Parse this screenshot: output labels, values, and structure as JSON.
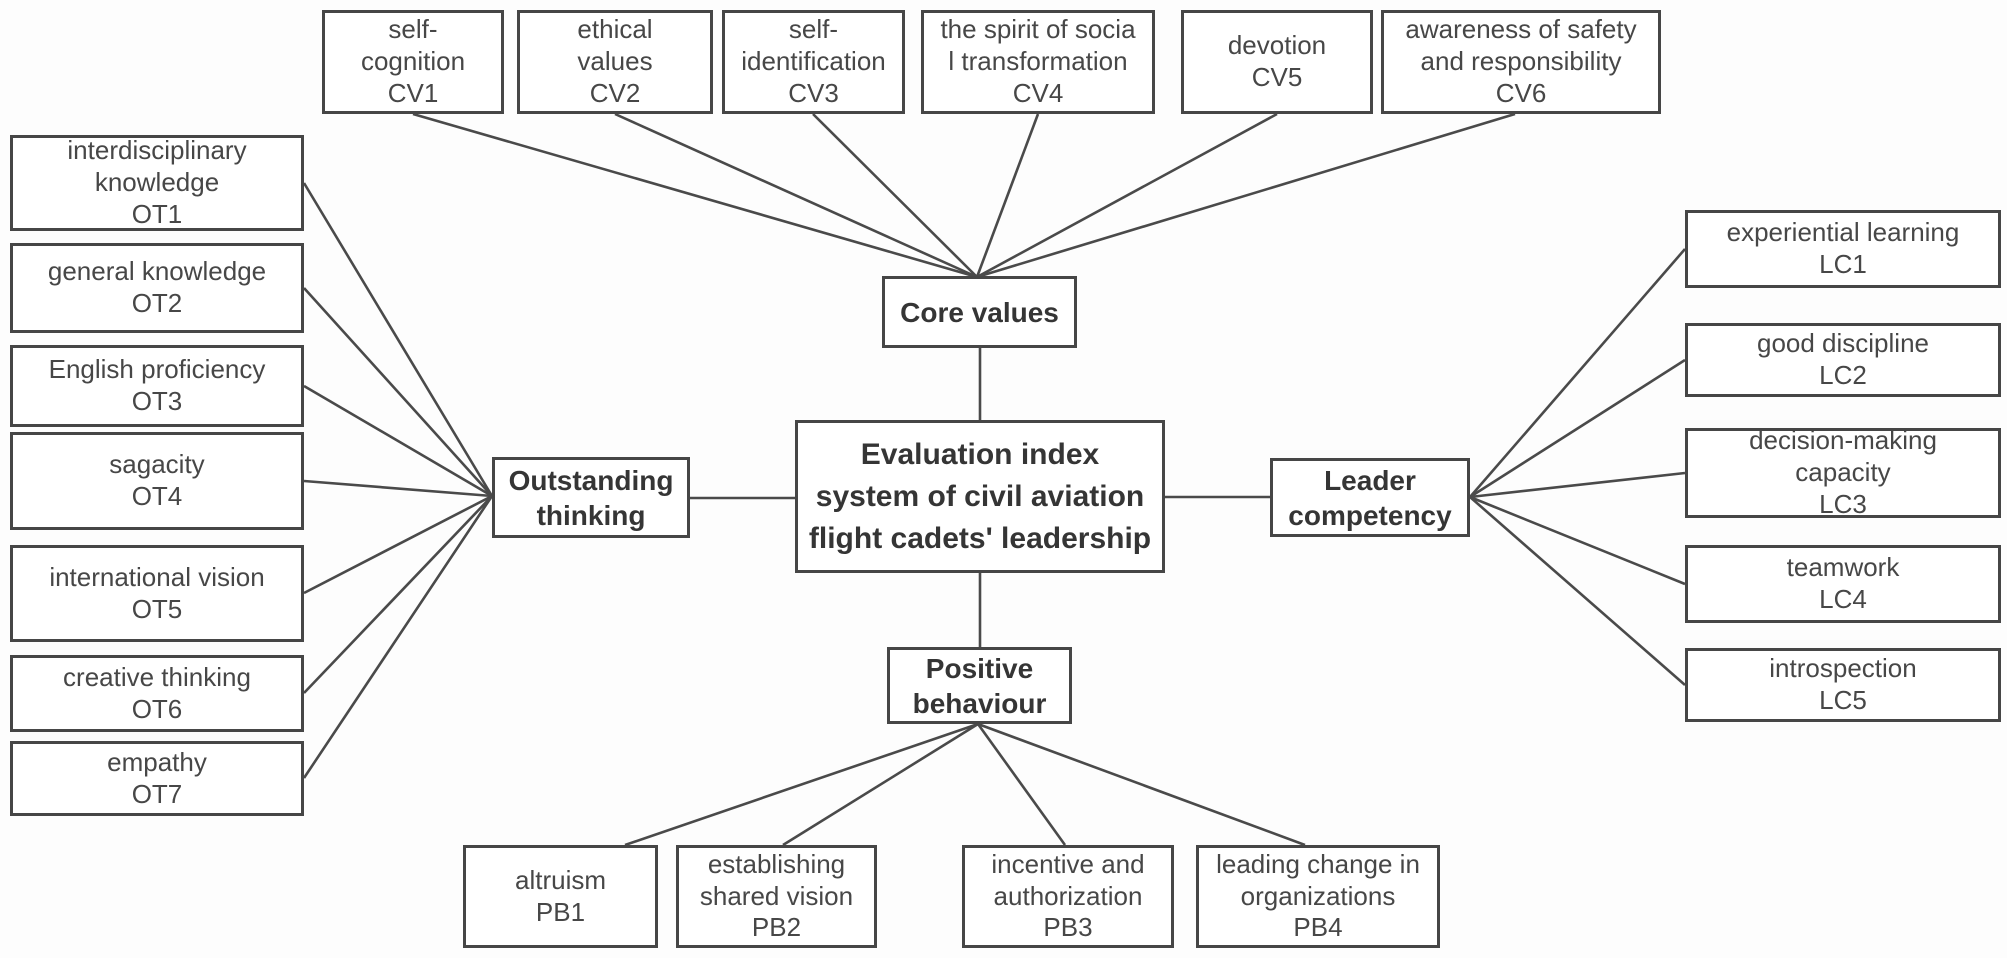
{
  "root": {
    "label": "Evaluation index\nsystem of civil aviation\nflight cadets' leadership"
  },
  "branches": {
    "core_values": {
      "label": "Core values"
    },
    "outstanding_thinking": {
      "label": "Outstanding\nthinking"
    },
    "leader_competency": {
      "label": "Leader\ncompetency"
    },
    "positive_behaviour": {
      "label": "Positive\nbehaviour"
    }
  },
  "core_values_items": [
    {
      "label": "self-\ncognition",
      "code": "CV1"
    },
    {
      "label": "ethical\nvalues",
      "code": "CV2"
    },
    {
      "label": "self-\nidentification",
      "code": "CV3"
    },
    {
      "label": "the spirit of socia\nl transformation",
      "code": "CV4"
    },
    {
      "label": "devotion",
      "code": "CV5"
    },
    {
      "label": "awareness of safety\nand responsibility",
      "code": "CV6"
    }
  ],
  "outstanding_thinking_items": [
    {
      "label": "interdisciplinary\nknowledge",
      "code": "OT1"
    },
    {
      "label": "general knowledge",
      "code": "OT2"
    },
    {
      "label": "English proficiency",
      "code": "OT3"
    },
    {
      "label": "sagacity",
      "code": "OT4"
    },
    {
      "label": "international vision",
      "code": "OT5"
    },
    {
      "label": "creative thinking",
      "code": "OT6"
    },
    {
      "label": "empathy",
      "code": "OT7"
    }
  ],
  "leader_competency_items": [
    {
      "label": "experiential learning",
      "code": "LC1"
    },
    {
      "label": "good discipline",
      "code": "LC2"
    },
    {
      "label": "decision-making\ncapacity",
      "code": "LC3"
    },
    {
      "label": "teamwork",
      "code": "LC4"
    },
    {
      "label": "introspection",
      "code": "LC5"
    }
  ],
  "positive_behaviour_items": [
    {
      "label": "altruism",
      "code": "PB1"
    },
    {
      "label": "establishing\nshared vision",
      "code": "PB2"
    },
    {
      "label": "incentive and\nauthorization",
      "code": "PB3"
    },
    {
      "label": "leading change in\norganizations",
      "code": "PB4"
    }
  ],
  "colors": {
    "border": "#464646",
    "line": "#4a4a4a",
    "text": "#474747",
    "emphasis": "#353535",
    "background": "#fdfdfd"
  }
}
